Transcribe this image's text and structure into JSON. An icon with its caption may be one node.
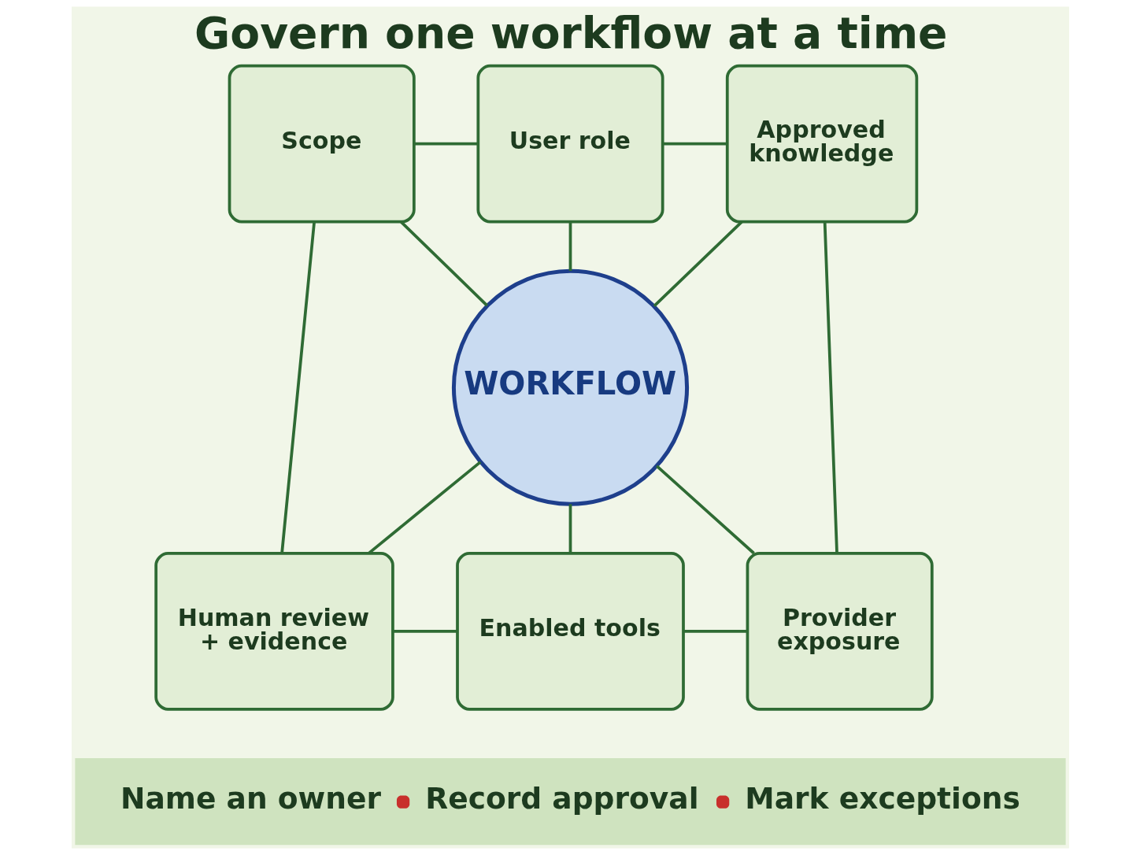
{
  "diagram": {
    "title": "Govern one workflow at a time",
    "nodes": [
      {
        "text": [
          "Scope"
        ]
      },
      {
        "text": [
          "User role"
        ]
      },
      {
        "text": [
          "Approved knowledge"
        ]
      },
      {
        "text": [
          "WORKFLOW"
        ]
      },
      {
        "text": [
          "Human review + evidence"
        ]
      },
      {
        "text": [
          "Enabled tools"
        ]
      },
      {
        "text": [
          "Provider exposure"
        ]
      },
      {
        "text": [
          "Name an owner",
          "Record approval",
          "Mark exceptions"
        ]
      }
    ],
    "edges": [
      {
        "from": 0,
        "to": 1,
        "arrow": "none"
      },
      {
        "from": 1,
        "to": 2,
        "arrow": "none"
      },
      {
        "from": 0,
        "to": 3,
        "arrow": "none"
      },
      {
        "from": 1,
        "to": 3,
        "arrow": "none"
      },
      {
        "from": 2,
        "to": 3,
        "arrow": "none"
      },
      {
        "from": 0,
        "to": 4,
        "arrow": "none"
      },
      {
        "from": 2,
        "to": 6,
        "arrow": "none"
      },
      {
        "from": 3,
        "to": 4,
        "arrow": "none"
      },
      {
        "from": 3,
        "to": 5,
        "arrow": "none"
      },
      {
        "from": 3,
        "to": 6,
        "arrow": "none"
      },
      {
        "from": 4,
        "to": 5,
        "arrow": "none"
      },
      {
        "from": 5,
        "to": 6,
        "arrow": "none"
      }
    ]
  }
}
